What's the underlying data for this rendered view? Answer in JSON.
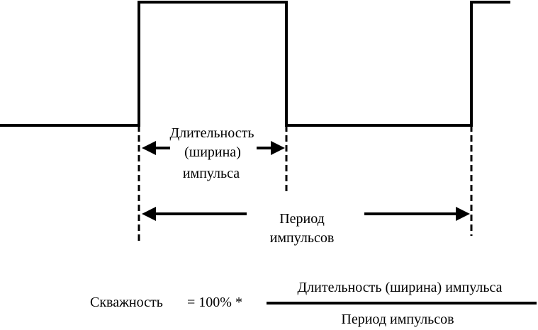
{
  "colors": {
    "line": "#000000",
    "background": "#ffffff"
  },
  "pulse_label": {
    "line1": "Длительность",
    "line2": "(ширина)",
    "line3": "импульса"
  },
  "period_label": {
    "line1": "Период",
    "line2": "импульсов"
  },
  "formula": {
    "lhs": "Скважность",
    "equals_part": "= 100% *",
    "numerator": "Длительность (ширина) импульса",
    "denominator": "Период импульсов"
  }
}
